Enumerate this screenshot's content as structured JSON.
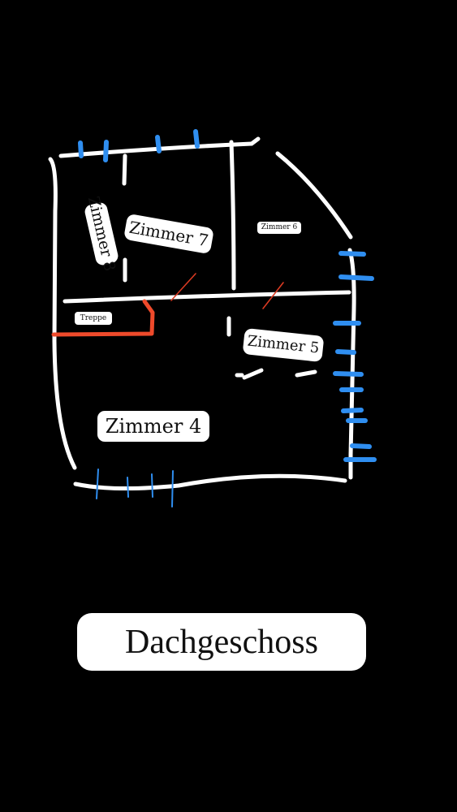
{
  "title": "Dachgeschoss",
  "rooms": {
    "zimmer4": "Zimmer 4",
    "zimmer5": "Zimmer 5",
    "zimmer6": "Zimmer 6",
    "zimmer7": "Zimmer 7",
    "zimmer8": "Zimmer 8",
    "treppe": "Treppe"
  },
  "colors": {
    "background": "#000000",
    "walls": "#ffffff",
    "windows": "#2f8ef0",
    "stairs": "#ee4a2b",
    "doors": "#d93a22"
  }
}
